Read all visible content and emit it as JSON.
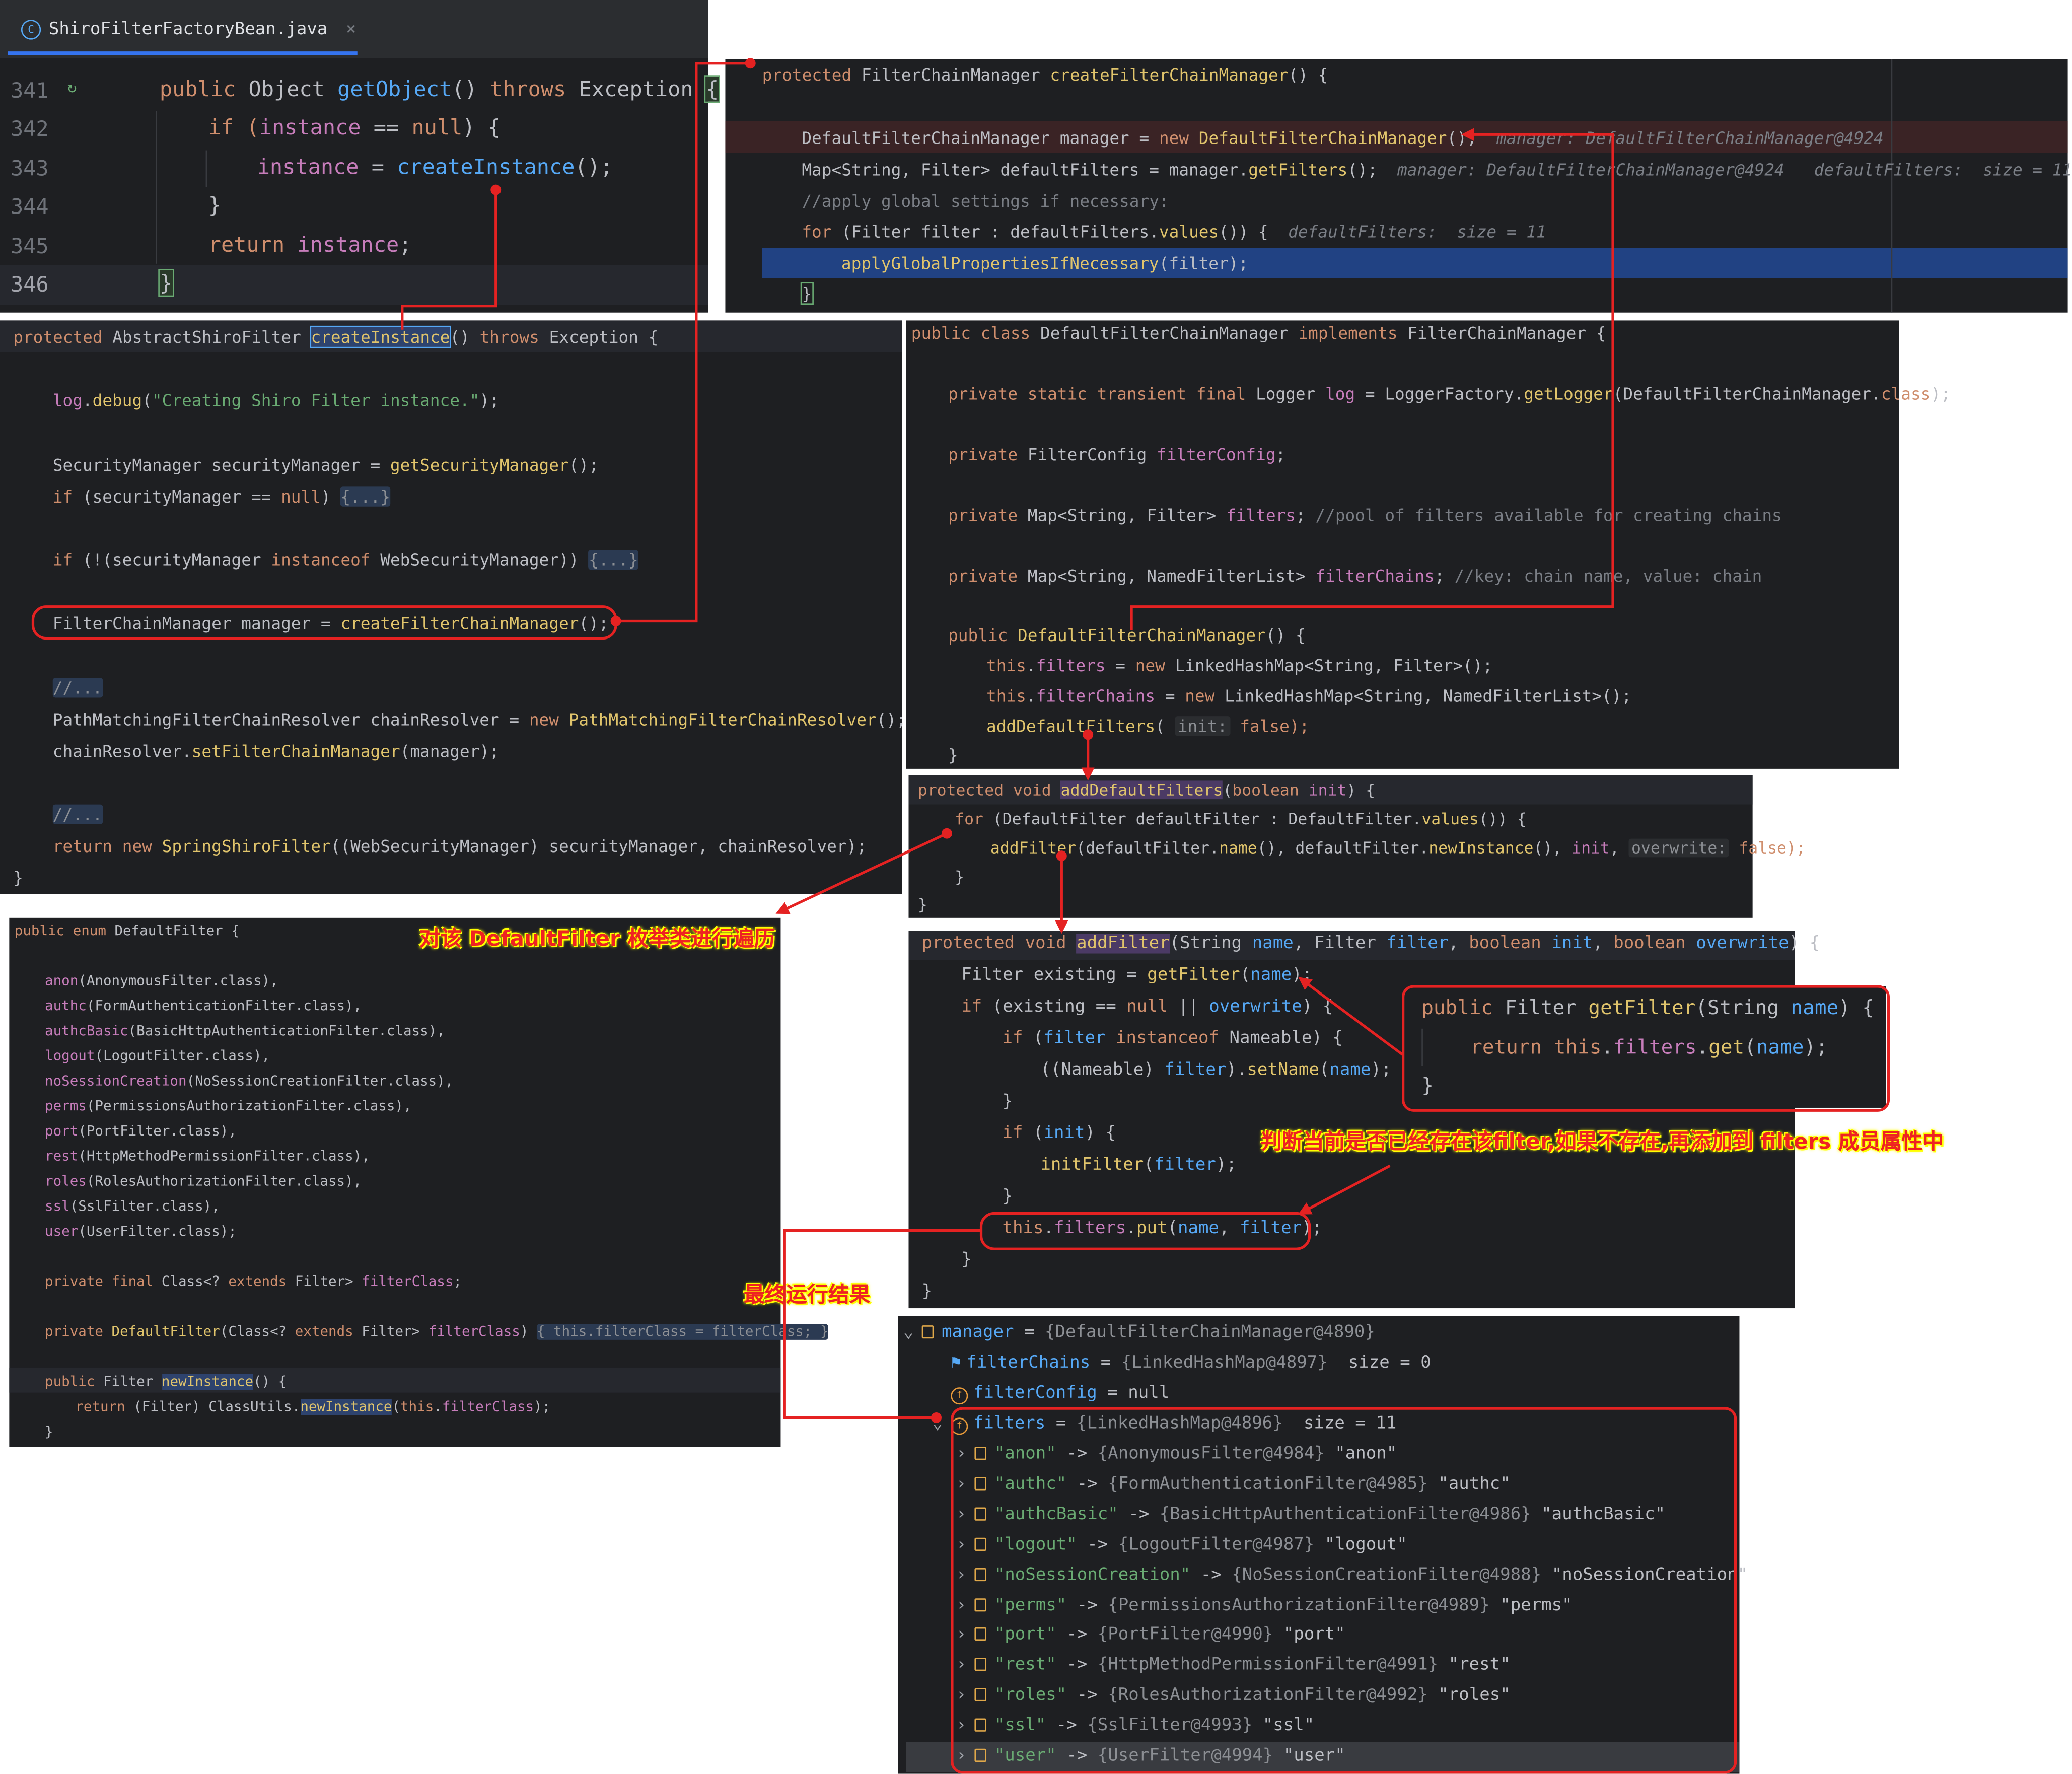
{
  "tab": {
    "title": "ShiroFilterFactoryBean.java",
    "close": "×"
  },
  "p1": {
    "nums": [
      "341",
      "342",
      "343",
      "344",
      "345",
      "346"
    ],
    "l1": {
      "a": "public ",
      "b": "Object ",
      "c": "getObject",
      "d": "() ",
      "e": "throws ",
      "f": "Exception ",
      "g": "{"
    },
    "l2": {
      "a": "if (",
      "b": "instance",
      "c": " == ",
      "d": "null",
      "e": ") {"
    },
    "l3": {
      "a": "instance",
      "b": " = ",
      "c": "createInstance",
      "d": "();"
    },
    "l4": "}",
    "l5": {
      "a": "return ",
      "b": "instance",
      "c": ";"
    },
    "l6": "}"
  },
  "p2": {
    "l1": {
      "a": "protected ",
      "b": "FilterChainManager ",
      "c": "createFilterChainManager",
      "d": "() {"
    },
    "l2": {
      "a": "DefaultFilterChainManager manager = ",
      "b": "new ",
      "c": "DefaultFilterChainManager",
      "d": "();",
      "h": "manager: DefaultFilterChainManager@4924"
    },
    "l3": {
      "a": "Map<String, Filter> defaultFilters = manager.",
      "b": "getFilters",
      "c": "();",
      "h1": "manager: DefaultFilterChainManager@4924",
      "h2": "defaultFilters:  size = 11"
    },
    "l4": "//apply global settings if necessary:",
    "l5": {
      "a": "for ",
      "b": "(Filter filter : defaultFilters.",
      "c": "values",
      "d": "()) {",
      "h": "defaultFilters:  size = 11"
    },
    "l6": {
      "a": "applyGlobalPropertiesIfNecessary",
      "b": "(filter);"
    },
    "l7": "}"
  },
  "p3": {
    "l1": {
      "a": "protected ",
      "b": "AbstractShiroFilter ",
      "c": "createInstance",
      "d": "() ",
      "e": "throws ",
      "f": "Exception {"
    },
    "l2": {
      "a": "log",
      "b": ".",
      "c": "debug",
      "d": "(",
      "e": "\"Creating Shiro Filter instance.\"",
      "f": ");"
    },
    "l3": {
      "a": "SecurityManager securityManager = ",
      "b": "getSecurityManager",
      "c": "();"
    },
    "l4": {
      "a": "if ",
      "b": "(securityManager == ",
      "c": "null",
      "d": ") ",
      "e": "{...}"
    },
    "l5": {
      "a": "if ",
      "b": "(!(securityManager ",
      "c": "instanceof ",
      "d": "WebSecurityManager)) ",
      "e": "{...}"
    },
    "l6": {
      "a": "FilterChainManager manager = ",
      "b": "createFilterChainManager",
      "c": "();"
    },
    "l7": "//...",
    "l8": {
      "a": "PathMatchingFilterChainResolver chainResolver = ",
      "b": "new ",
      "c": "PathMatchingFilterChainResolver",
      "d": "();"
    },
    "l9": {
      "a": "chainResolver.",
      "b": "setFilterChainManager",
      "c": "(manager);"
    },
    "l10": "//...",
    "l11": {
      "a": "return ",
      "b": "new ",
      "c": "SpringShiroFilter",
      "d": "((WebSecurityManager) securityManager, chainResolver);"
    },
    "l12": "}"
  },
  "p4": {
    "l1": {
      "a": "public class ",
      "b": "DefaultFilterChainManager ",
      "c": "implements ",
      "d": "FilterChainManager {"
    },
    "l2": {
      "a": "private static transient final ",
      "b": "Logger ",
      "c": "log",
      "d": " = LoggerFactory.",
      "e": "getLogger",
      "f": "(DefaultFilterChainManager.",
      "g": "class",
      "h": ");"
    },
    "l3": {
      "a": "private ",
      "b": "FilterConfig ",
      "c": "filterConfig",
      "d": ";"
    },
    "l4": {
      "a": "private ",
      "b": "Map<String, Filter> ",
      "c": "filters",
      "d": "; ",
      "e": "//pool of filters available for creating chains"
    },
    "l5": {
      "a": "private ",
      "b": "Map<String, NamedFilterList> ",
      "c": "filterChains",
      "d": "; ",
      "e": "//key: chain name, value: chain"
    },
    "l6": {
      "a": "public ",
      "b": "DefaultFilterChainManager",
      "c": "() {"
    },
    "l7": {
      "a": "this",
      "b": ".",
      "c": "filters",
      "d": " = ",
      "e": "new ",
      "f": "LinkedHashMap<String, Filter>();"
    },
    "l8": {
      "a": "this",
      "b": ".",
      "c": "filterChains",
      "d": " = ",
      "e": "new ",
      "f": "LinkedHashMap<String, NamedFilterList>();"
    },
    "l9": {
      "a": "addDefaultFilters",
      "b": "( ",
      "c": "init:",
      "d": " false);"
    },
    "l10": "}"
  },
  "p5": {
    "l1": {
      "a": "protected void ",
      "b": "addDefaultFilters",
      "c": "(",
      "d": "boolean ",
      "e": "init",
      "f": ") {"
    },
    "l2": {
      "a": "for ",
      "b": "(DefaultFilter defaultFilter : DefaultFilter.",
      "c": "values",
      "d": "()) {"
    },
    "l3": {
      "a": "addFilter",
      "b": "(defaultFilter.",
      "c": "name",
      "d": "(), defaultFilter.",
      "e": "newInstance",
      "f": "(), ",
      "g": "init",
      "h": ", ",
      "i": "overwrite:",
      "j": " false);"
    },
    "l4": "}",
    "l5": "}"
  },
  "p6": {
    "l1": {
      "a": "public enum ",
      "b": "DefaultFilter {"
    },
    "items": [
      {
        "n": "anon",
        "v": "(AnonymousFilter.class),"
      },
      {
        "n": "authc",
        "v": "(FormAuthenticationFilter.class),"
      },
      {
        "n": "authcBasic",
        "v": "(BasicHttpAuthenticationFilter.class),"
      },
      {
        "n": "logout",
        "v": "(LogoutFilter.class),"
      },
      {
        "n": "noSessionCreation",
        "v": "(NoSessionCreationFilter.class),"
      },
      {
        "n": "perms",
        "v": "(PermissionsAuthorizationFilter.class),"
      },
      {
        "n": "port",
        "v": "(PortFilter.class),"
      },
      {
        "n": "rest",
        "v": "(HttpMethodPermissionFilter.class),"
      },
      {
        "n": "roles",
        "v": "(RolesAuthorizationFilter.class),"
      },
      {
        "n": "ssl",
        "v": "(SslFilter.class),"
      },
      {
        "n": "user",
        "v": "(UserFilter.class);"
      }
    ],
    "l2": {
      "a": "private final ",
      "b": "Class<? ",
      "c": "extends ",
      "d": "Filter> ",
      "e": "filterClass",
      "f": ";"
    },
    "l3": {
      "a": "private ",
      "b": "DefaultFilter",
      "c": "(Class<? ",
      "d": "extends ",
      "e": "Filter> ",
      "f": "filterClass",
      "g": ") ",
      "h": "{ this.filterClass = filterClass; }"
    },
    "l4": {
      "a": "public ",
      "b": "Filter ",
      "c": "newInstance",
      "d": "() {"
    },
    "l5": {
      "a": "return ",
      "b": "(Filter) ClassUtils.",
      "c": "newInstance",
      "d": "(",
      "e": "this",
      "f": ".",
      "g": "filterClass",
      "h": ");"
    },
    "l6": "}"
  },
  "p7": {
    "l1": {
      "a": "protected void ",
      "b": "addFilter",
      "c": "(String ",
      "d": "name",
      "e": ", Filter ",
      "f": "filter",
      "g": ", ",
      "h": "boolean ",
      "i": "init",
      "j": ", ",
      "k": "boolean ",
      "l": "overwrite",
      "m": ") {"
    },
    "l2": {
      "a": "Filter existing = ",
      "b": "getFilter",
      "c": "(",
      "d": "name",
      "e": ");"
    },
    "l3": {
      "a": "if ",
      "b": "(existing == ",
      "c": "null",
      "d": " || ",
      "e": "overwrite",
      "f": ") {"
    },
    "l4": {
      "a": "if ",
      "b": "(",
      "c": "filter",
      "d": " ",
      "e": "instanceof ",
      "f": "Nameable) {"
    },
    "l5": {
      "a": "((Nameable) ",
      "b": "filter",
      "c": ").",
      "d": "setName",
      "e": "(",
      "f": "name",
      "g": ");"
    },
    "l6": "}",
    "l7": {
      "a": "if ",
      "b": "(",
      "c": "init",
      "d": ") {"
    },
    "l8": {
      "a": "initFilter",
      "b": "(",
      "c": "filter",
      "d": ");"
    },
    "l9": "}",
    "l10": {
      "a": "this",
      "b": ".",
      "c": "filters",
      "d": ".",
      "e": "put",
      "f": "(",
      "g": "name",
      "h": ", ",
      "i": "filter",
      "j": ");"
    },
    "l11": "}",
    "l12": "}"
  },
  "p8": {
    "l1": {
      "a": "public ",
      "b": "Filter ",
      "c": "getFilter",
      "d": "(String ",
      "e": "name",
      "f": ") {"
    },
    "l2": {
      "a": "return ",
      "b": "this",
      "c": ".",
      "d": "filters",
      "e": ".",
      "f": "get",
      "g": "(",
      "h": "name",
      "i": ");"
    },
    "l3": "}"
  },
  "notes": {
    "n1": "对该 DefaultFilter 枚举类进行遍历",
    "n2": "判断当前是否已经存在该filter,如果不存在,再添加到 filters 成员属性中",
    "n3": "最终运行结果"
  },
  "debug": {
    "root": {
      "name": "manager",
      "eq": " = ",
      "val": "{DefaultFilterChainManager@4890}"
    },
    "fc": {
      "name": "filterChains",
      "eq": " = ",
      "val": "{LinkedHashMap@4897}",
      "size": "  size = 0"
    },
    "fcfg": {
      "name": "filterConfig",
      "eq": " = ",
      "val": "null"
    },
    "filters": {
      "name": "filters",
      "eq": " = ",
      "val": "{LinkedHashMap@4896}",
      "size": "  size = 11"
    },
    "entries": [
      {
        "k": "\"anon\"",
        "arrow": " -> ",
        "obj": "{AnonymousFilter@4984}",
        "v": " \"anon\""
      },
      {
        "k": "\"authc\"",
        "arrow": " -> ",
        "obj": "{FormAuthenticationFilter@4985}",
        "v": " \"authc\""
      },
      {
        "k": "\"authcBasic\"",
        "arrow": " -> ",
        "obj": "{BasicHttpAuthenticationFilter@4986}",
        "v": " \"authcBasic\""
      },
      {
        "k": "\"logout\"",
        "arrow": " -> ",
        "obj": "{LogoutFilter@4987}",
        "v": " \"logout\""
      },
      {
        "k": "\"noSessionCreation\"",
        "arrow": " -> ",
        "obj": "{NoSessionCreationFilter@4988}",
        "v": " \"noSessionCreation\""
      },
      {
        "k": "\"perms\"",
        "arrow": " -> ",
        "obj": "{PermissionsAuthorizationFilter@4989}",
        "v": " \"perms\""
      },
      {
        "k": "\"port\"",
        "arrow": " -> ",
        "obj": "{PortFilter@4990}",
        "v": " \"port\""
      },
      {
        "k": "\"rest\"",
        "arrow": " -> ",
        "obj": "{HttpMethodPermissionFilter@4991}",
        "v": " \"rest\""
      },
      {
        "k": "\"roles\"",
        "arrow": " -> ",
        "obj": "{RolesAuthorizationFilter@4992}",
        "v": " \"roles\""
      },
      {
        "k": "\"ssl\"",
        "arrow": " -> ",
        "obj": "{SslFilter@4993}",
        "v": " \"ssl\""
      },
      {
        "k": "\"user\"",
        "arrow": " -> ",
        "obj": "{UserFilter@4994}",
        "v": " \"user\""
      }
    ]
  },
  "colors": {
    "annotation": "#e52222",
    "highlight": "#ffff00",
    "editor_bg": "#1e1f22",
    "selection": "#214283"
  }
}
